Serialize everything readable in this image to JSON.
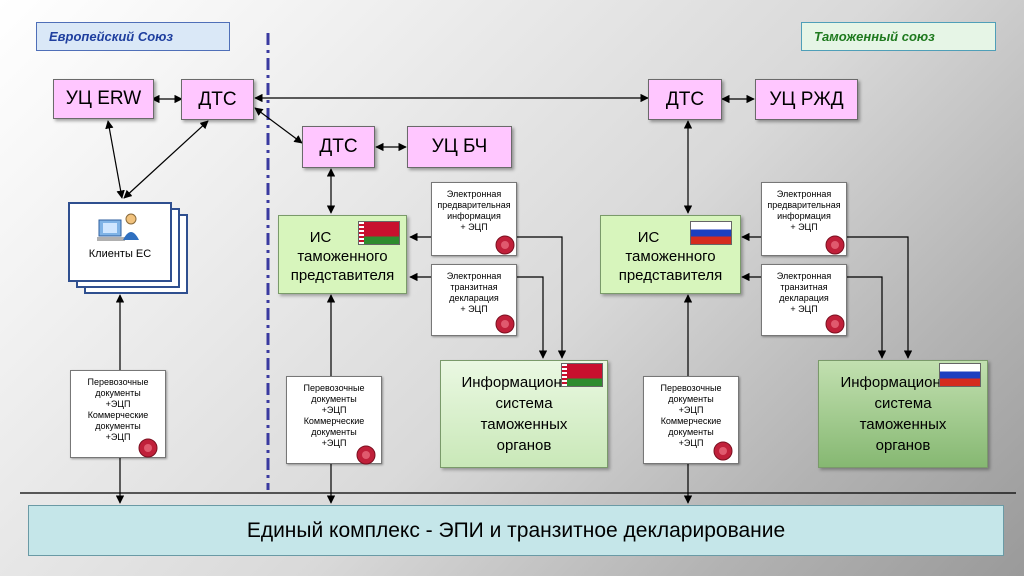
{
  "regions": {
    "eu": "Европейский Союз",
    "customs_union": "Таможенный союз"
  },
  "nodes": {
    "uc_erw": "УЦ ERW",
    "dts_eu": "ДТС",
    "dts_by": "ДТС",
    "uc_bch": "УЦ БЧ",
    "dts_ru": "ДТС",
    "uc_rzd": "УЦ РЖД",
    "clients_eu": "Клиенты ЕС",
    "is_rep_by": [
      "ИС",
      "таможенного",
      "представителя"
    ],
    "is_rep_ru": [
      "ИС",
      "таможенного",
      "представителя"
    ],
    "customs_sys_by": [
      "Информационная",
      "система",
      "таможенных",
      "органов"
    ],
    "customs_sys_ru": [
      "Информационная",
      "система",
      "таможенных",
      "органов"
    ]
  },
  "documents": {
    "pre_info": [
      "Электронная",
      "предварительная",
      "информация",
      "+ ЭЦП"
    ],
    "transit_decl": [
      "Электронная",
      "транзитная",
      "декларация",
      "+ ЭЦП"
    ],
    "shipping_docs": [
      "Перевозочные",
      "документы",
      "+ЭЦП",
      "Коммерческие",
      "документы",
      "+ЭЦП"
    ]
  },
  "bottom_bar": "Единый комплекс - ЭПИ и транзитное декларирование",
  "colors": {
    "cert_node": "#ffc6ff",
    "rep_node": "#d7f5bc",
    "bottom_bar": "#c5e6e9",
    "divider": "#3a3aa0",
    "flag_by_red": "#c8102e",
    "flag_by_green": "#2e8b2e",
    "flag_ru_blue": "#1c3fbf",
    "flag_ru_red": "#d52b1e"
  },
  "icons": [
    "computer-user-icon",
    "wax-seal-icon",
    "belarus-flag-icon",
    "russia-flag-icon"
  ]
}
